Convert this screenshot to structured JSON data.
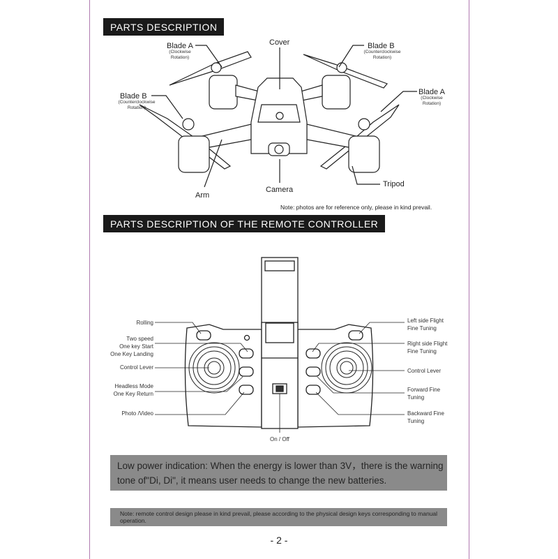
{
  "section1": {
    "title": "PARTS DESCRIPTION",
    "labels": {
      "blade_a_top": "Blade A",
      "blade_a_top_sub": "(Clockwise Rotation)",
      "blade_b_top": "Blade B",
      "blade_b_top_sub": "(Counterclockwise Rotation)",
      "blade_b_left": "Blade B",
      "blade_b_left_sub": "(Counterclockwise Rotation)",
      "blade_a_right": "Blade A",
      "blade_a_right_sub": "(Clockwise Rotation)",
      "cover": "Cover",
      "arm": "Arm",
      "camera": "Camera",
      "tripod": "Tripod"
    },
    "note": "Note: photos are for reference only, please in kind prevail."
  },
  "section2": {
    "title": "PARTS DESCRIPTION OF THE  REMOTE CONTROLLER",
    "labels": {
      "rolling": "Rolling",
      "two_speed": "Two speed\nOne key Start\nOne Key Landing",
      "control_lever_left": "Control Lever",
      "headless": "Headless Mode\nOne Key Return",
      "photo_video": "Photo /Video",
      "left_fine": "Left side Flight\nFine Tuning",
      "right_fine": "Right side Flight\nFine Tuning",
      "control_lever_right": "Control Lever",
      "forward_fine": "Forward Fine\nTuning",
      "backward_fine": "Backward Fine\nTuning",
      "on_off": "On / Off"
    }
  },
  "warning": "Low power indication: When the energy is lower than 3V，there is the warning tone of\"Di, Di\", it means user needs to change the new batteries.",
  "note2": "Note: remote control design please in kind prevail, please according to the physical design keys corresponding to manual operation.",
  "page_number": "- 2 -"
}
